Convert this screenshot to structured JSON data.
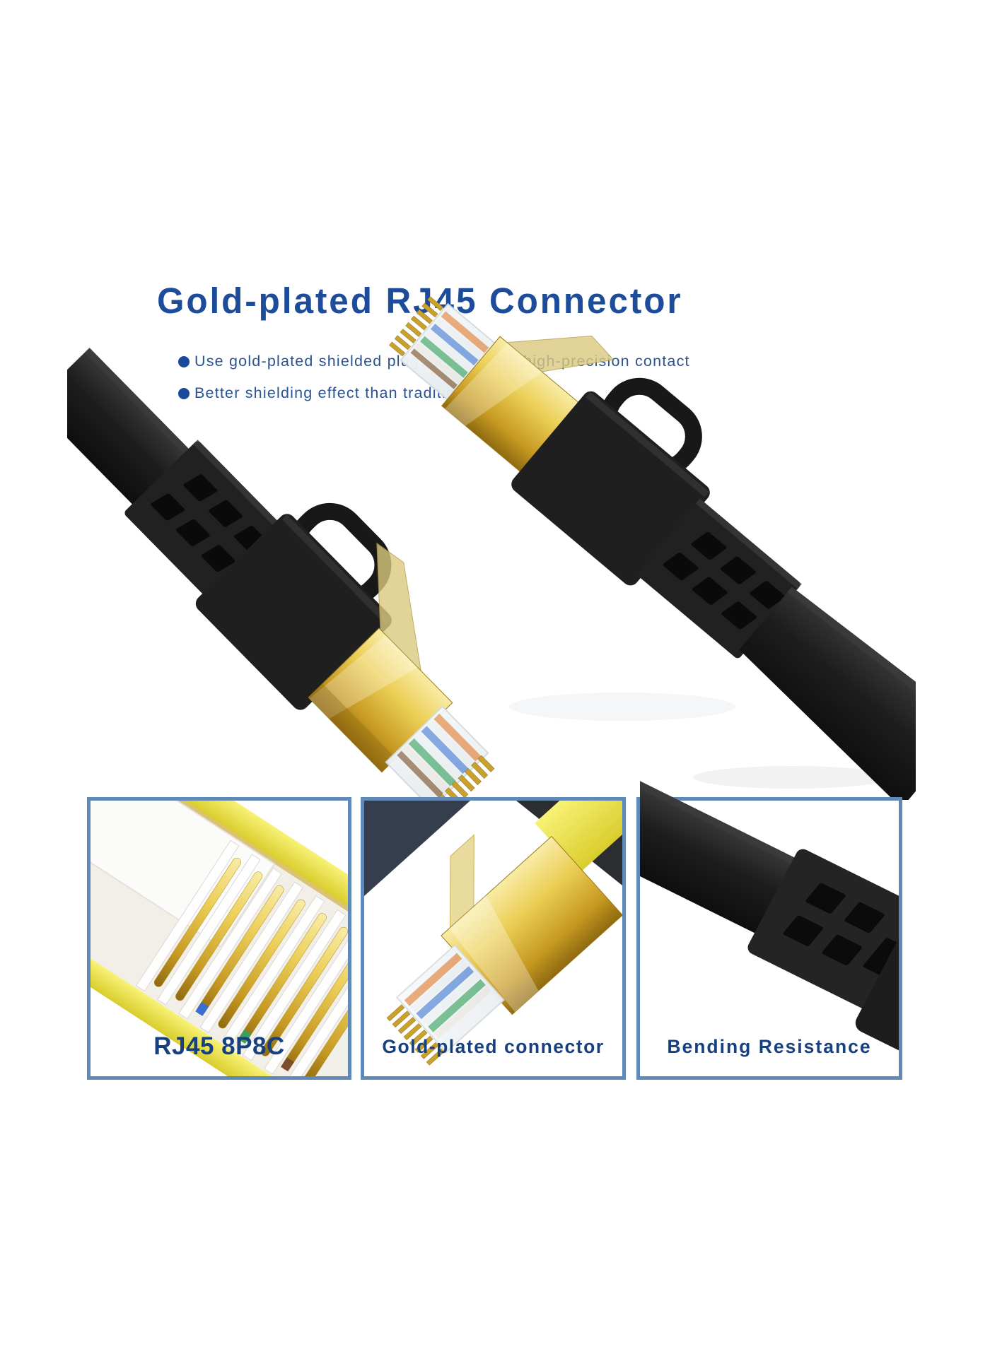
{
  "header": {
    "title": "Gold-plated RJ45 Connector",
    "bullets": [
      "Use gold-plated shielded plugs that ensure high-precision contact",
      "Better shielding effect than traditional cables"
    ]
  },
  "panels": [
    {
      "label": "RJ45 8P8C"
    },
    {
      "label": "Gold-plated connector"
    },
    {
      "label": "Bending Resistance"
    }
  ],
  "colors": {
    "title_blue": "#1d4c9a",
    "body_text_blue": "#2a5394",
    "label_navy": "#17407e",
    "panel_border_blue": "#5f8ab8",
    "connector_gold": "#d9b13a",
    "cable_black": "#1b1b1b",
    "background_white": "#ffffff"
  }
}
